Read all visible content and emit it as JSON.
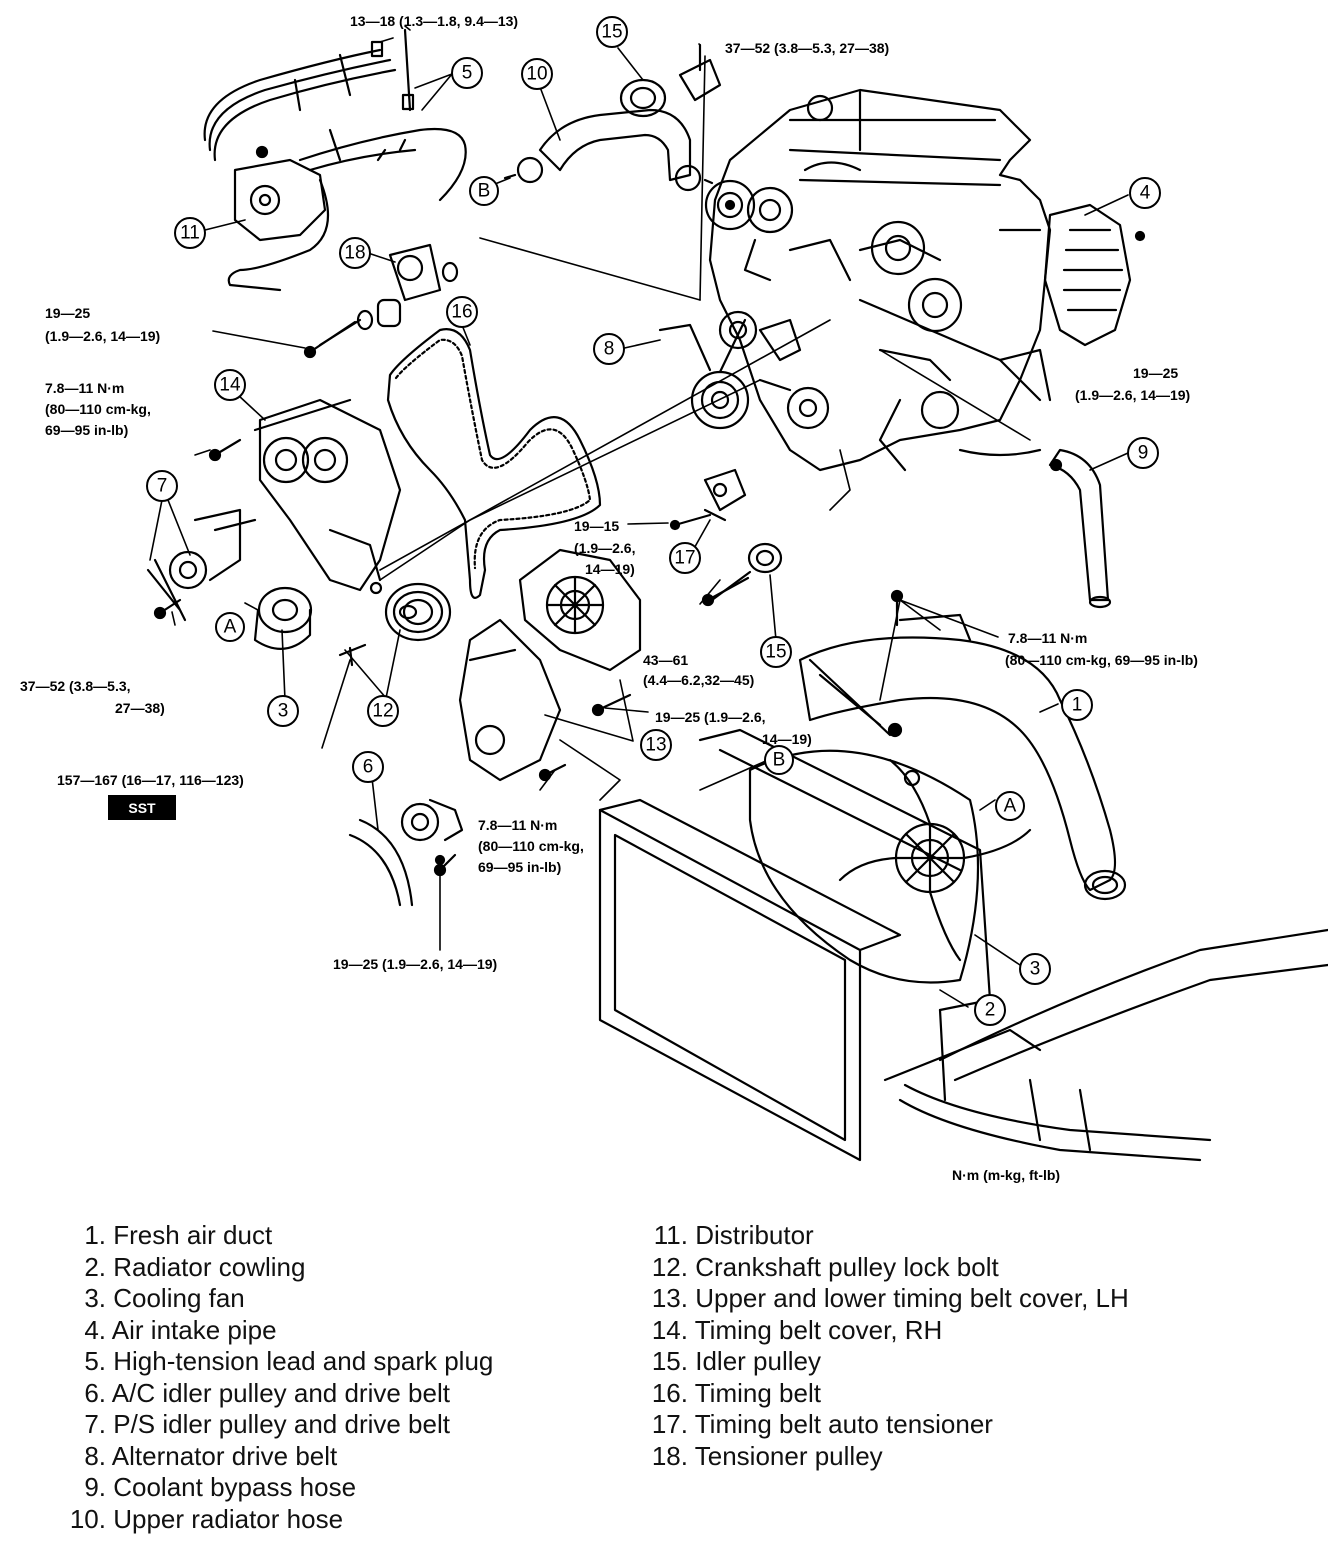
{
  "callouts": [
    {
      "id": "c15a",
      "label": "15"
    },
    {
      "id": "c10",
      "label": "10"
    },
    {
      "id": "c5",
      "label": "5"
    },
    {
      "id": "c4",
      "label": "4"
    },
    {
      "id": "c11",
      "label": "11"
    },
    {
      "id": "c18",
      "label": "18"
    },
    {
      "id": "c16",
      "label": "16"
    },
    {
      "id": "c8",
      "label": "8"
    },
    {
      "id": "c14",
      "label": "14"
    },
    {
      "id": "c9",
      "label": "9"
    },
    {
      "id": "c7",
      "label": "7"
    },
    {
      "id": "c17",
      "label": "17"
    },
    {
      "id": "c3a",
      "label": "3"
    },
    {
      "id": "c12",
      "label": "12"
    },
    {
      "id": "c15b",
      "label": "15"
    },
    {
      "id": "c1",
      "label": "1"
    },
    {
      "id": "c13",
      "label": "13"
    },
    {
      "id": "c6",
      "label": "6"
    },
    {
      "id": "c3b",
      "label": "3"
    },
    {
      "id": "c2",
      "label": "2"
    }
  ],
  "letters": [
    {
      "id": "lB1",
      "label": "B"
    },
    {
      "id": "lA1",
      "label": "A"
    },
    {
      "id": "lB2",
      "label": "B"
    },
    {
      "id": "lA2",
      "label": "A"
    }
  ],
  "torques": {
    "t1": "13—18 (1.3—1.8, 9.4—13)",
    "t2": "37—52 (3.8—5.3, 27—38)",
    "t3a": "19—25",
    "t3b": "(1.9—2.6, 14—19)",
    "t4a": "7.8—11 N·m",
    "t4b": "(80—110 cm-kg,",
    "t4c": "69—95 in-lb)",
    "t5a": "19—25",
    "t5b": "(1.9—2.6, 14—19)",
    "t6a": "19—15",
    "t6b": "(1.9—2.6,",
    "t6c": "14—19)",
    "t7a": "37—52 (3.8—5.3,",
    "t7b": "27—38)",
    "t8a": "7.8—11 N·m",
    "t8b": "(80—110 cm-kg, 69—95 in-lb)",
    "t9a": "43—61",
    "t9b": "(4.4—6.2,32—45)",
    "t10a": "19—25 (1.9—2.6,",
    "t10b": "14—19)",
    "t11": "157—167 (16—17, 116—123)",
    "sst": "SST",
    "t12a": "7.8—11 N·m",
    "t12b": "(80—110 cm-kg,",
    "t12c": "69—95 in-lb)",
    "t13": "19—25 (1.9—2.6, 14—19)",
    "units": "N·m (m-kg, ft-lb)"
  },
  "legend": {
    "left": [
      {
        "num": "1.",
        "text": "Fresh air duct"
      },
      {
        "num": "2.",
        "text": "Radiator cowling"
      },
      {
        "num": "3.",
        "text": "Cooling fan"
      },
      {
        "num": "4.",
        "text": "Air intake pipe"
      },
      {
        "num": "5.",
        "text": "High-tension lead and spark plug"
      },
      {
        "num": "6.",
        "text": "A/C idler pulley and drive belt"
      },
      {
        "num": "7.",
        "text": "P/S idler pulley and drive belt"
      },
      {
        "num": "8.",
        "text": "Alternator drive belt"
      },
      {
        "num": "9.",
        "text": "Coolant bypass hose"
      },
      {
        "num": "10.",
        "text": "Upper radiator hose"
      }
    ],
    "right": [
      {
        "num": "11.",
        "text": "Distributor"
      },
      {
        "num": "12.",
        "text": "Crankshaft pulley lock bolt"
      },
      {
        "num": "13.",
        "text": "Upper and lower timing belt cover, LH"
      },
      {
        "num": "14.",
        "text": "Timing belt cover, RH"
      },
      {
        "num": "15.",
        "text": "Idler pulley"
      },
      {
        "num": "16.",
        "text": "Timing belt"
      },
      {
        "num": "17.",
        "text": "Timing belt auto tensioner"
      },
      {
        "num": "18.",
        "text": "Tensioner pulley"
      }
    ]
  }
}
